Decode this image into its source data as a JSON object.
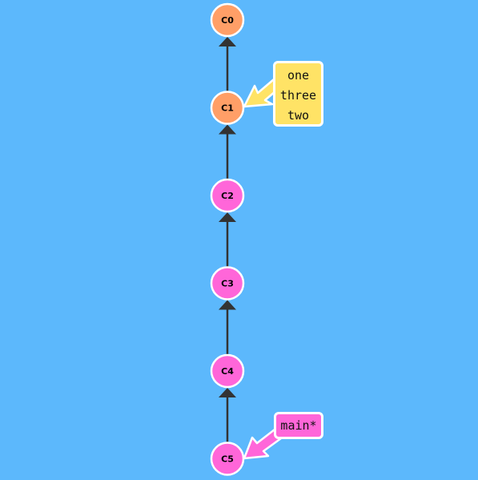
{
  "colors": {
    "background": "#5cb8fc",
    "commit_orange": "#ff9f67",
    "commit_pink": "#ff66d9",
    "tag_yellow": "#ffe366",
    "edge": "#333333",
    "outline": "#ffffff"
  },
  "commits": [
    {
      "id": "C0",
      "color": "orange"
    },
    {
      "id": "C1",
      "color": "orange"
    },
    {
      "id": "C2",
      "color": "pink"
    },
    {
      "id": "C3",
      "color": "pink"
    },
    {
      "id": "C4",
      "color": "pink"
    },
    {
      "id": "C5",
      "color": "pink"
    }
  ],
  "branch_label_c1": {
    "names": [
      "one",
      "three",
      "two"
    ],
    "target": "C1"
  },
  "branch_label_c5": {
    "name": "main*",
    "target": "C5"
  }
}
